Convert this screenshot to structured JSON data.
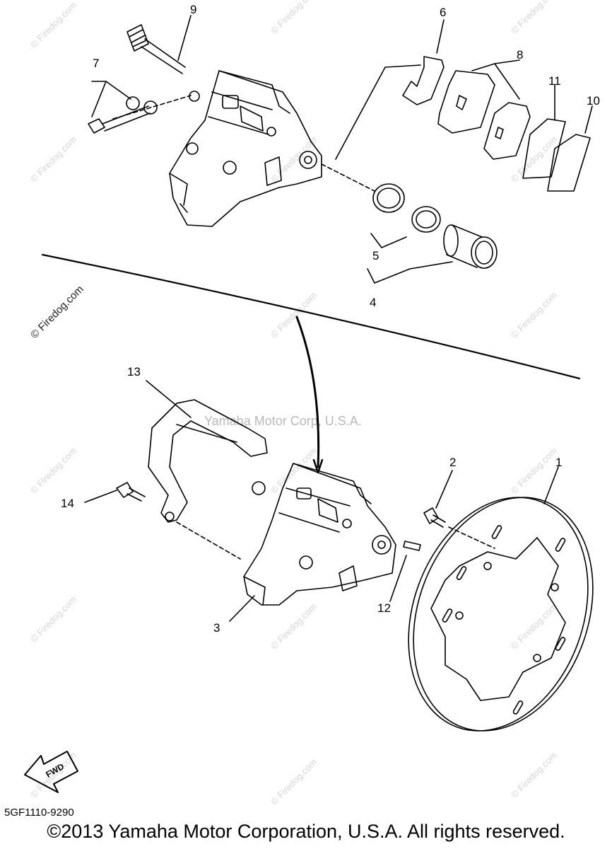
{
  "watermark_text": "© Firedog.com",
  "center_watermark": "Yamaha Motor Corp, U.S.A.",
  "diagram_code": "5GF1110-9290",
  "copyright": "©2013 Yamaha Motor Corporation, U.S.A. All rights reserved.",
  "fwd_label": "FWD",
  "callouts": {
    "c1": "1",
    "c2": "2",
    "c3": "3",
    "c4": "4",
    "c5": "5",
    "c6": "6",
    "c7": "7",
    "c8": "8",
    "c9": "9",
    "c10": "10",
    "c11": "11",
    "c12": "12",
    "c13": "13",
    "c14": "14"
  }
}
